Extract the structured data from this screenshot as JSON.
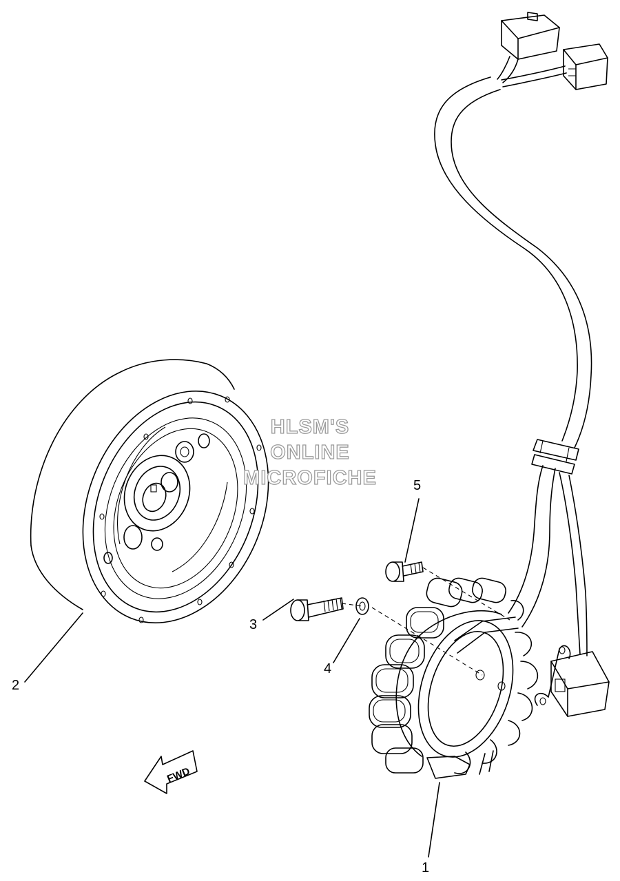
{
  "callouts": [
    {
      "id": "1",
      "label": "1"
    },
    {
      "id": "2",
      "label": "2"
    },
    {
      "id": "3",
      "label": "3"
    },
    {
      "id": "4",
      "label": "4"
    },
    {
      "id": "5",
      "label": "5"
    }
  ],
  "watermark": {
    "line1": "HLSM'S",
    "line2": "ONLINE",
    "line3": "MICROFICHE"
  },
  "direction_arrow": {
    "label": "FWD"
  }
}
